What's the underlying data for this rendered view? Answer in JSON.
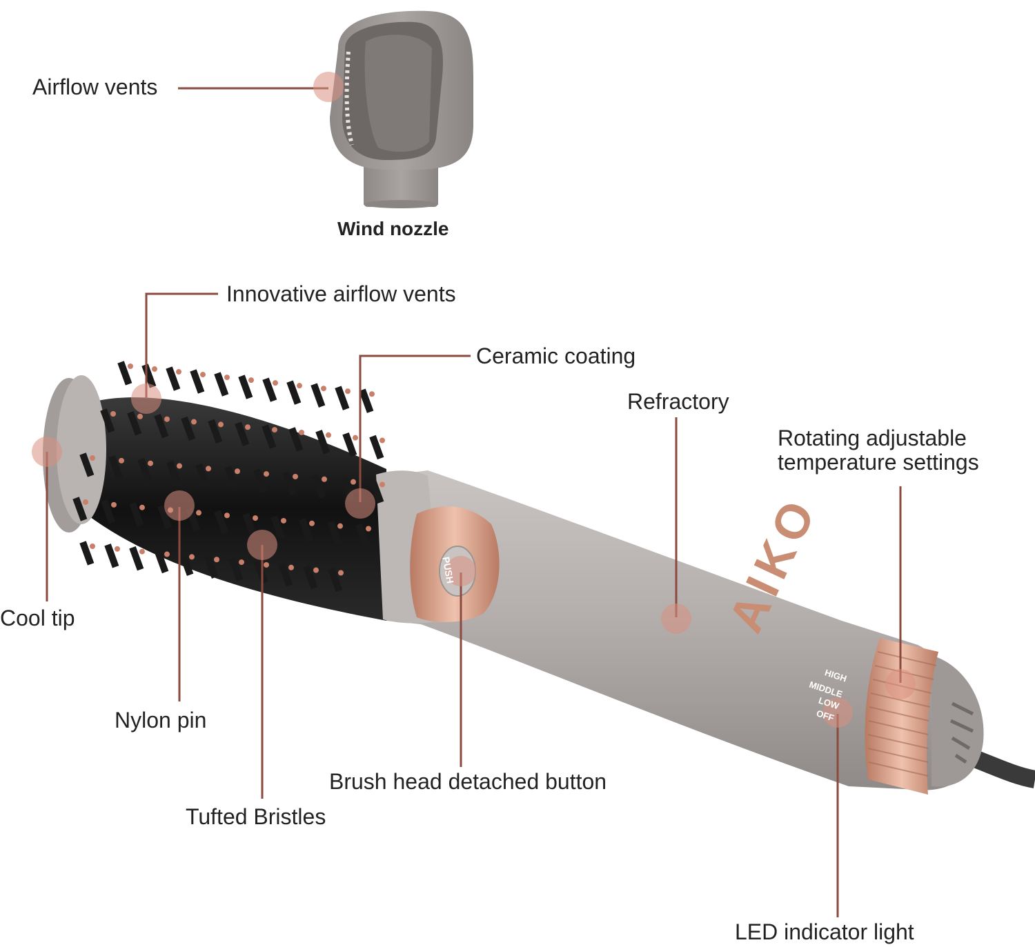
{
  "labels": {
    "airflow_vents": "Airflow vents",
    "wind_nozzle": "Wind nozzle",
    "innovative_airflow_vents": "Innovative airflow vents",
    "ceramic_coating": "Ceramic coating",
    "refractory": "Refractory",
    "rotating_line1": "Rotating adjustable",
    "rotating_line2": "temperature settings",
    "cool_tip": "Cool tip",
    "nylon_pin": "Nylon pin",
    "brush_head_button": "Brush head detached button",
    "tufted_bristles": "Tufted Bristles",
    "led_indicator": "LED indicator light"
  },
  "device_markings": {
    "brand": "AIKO",
    "push": "PUSH",
    "settings": [
      "HIGH",
      "MIDDLE",
      "LOW",
      "OFF"
    ]
  },
  "colors": {
    "leader_line": "#8a4a3e",
    "hotspot": "#d98f80",
    "body_gray": "#a9a3a1",
    "rose_gold": "#d9a08a"
  }
}
